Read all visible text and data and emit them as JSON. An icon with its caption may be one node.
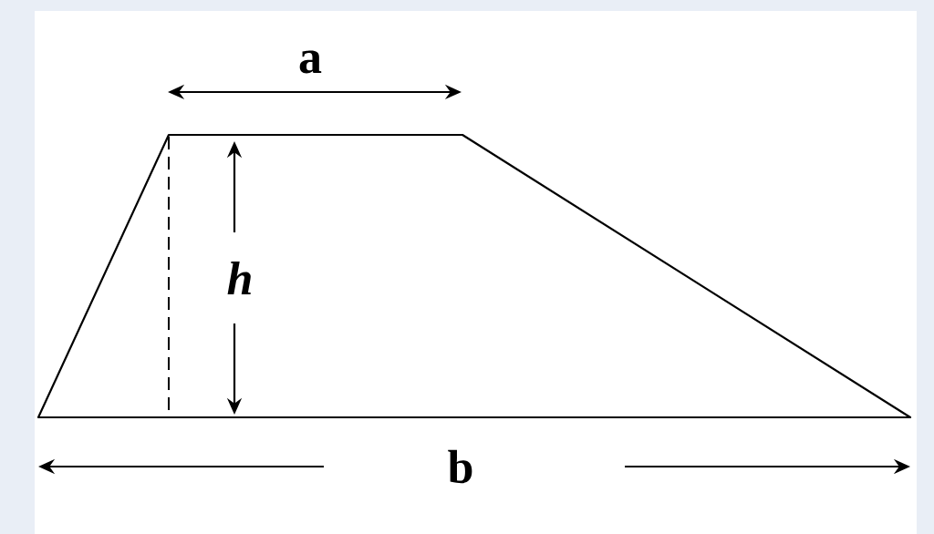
{
  "diagram": {
    "labels": [
      "a",
      "h",
      "b"
    ]
  }
}
